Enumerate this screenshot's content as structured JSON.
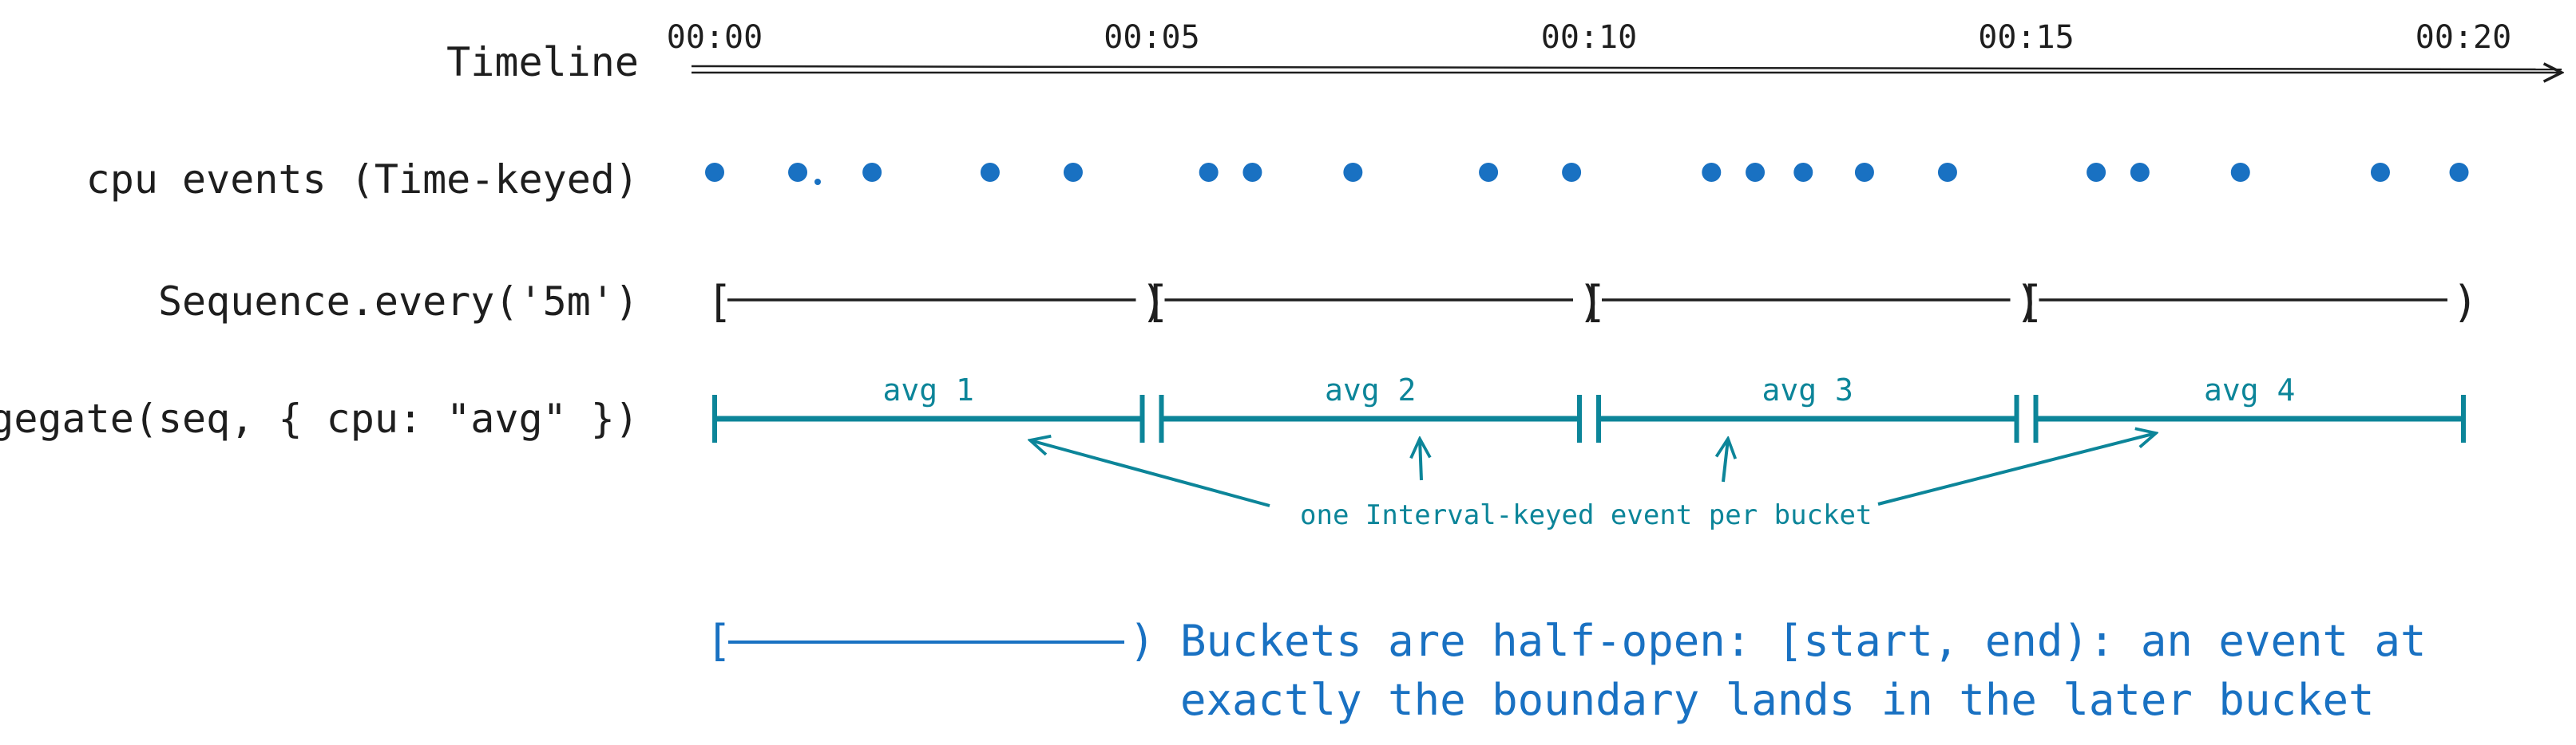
{
  "rows": {
    "timeline": "Timeline",
    "cpu_events": "cpu events (Time-keyed)",
    "sequence": "Sequence.every('5m')",
    "aggregate": "aggegate(seq, { cpu: \"avg\" })"
  },
  "timeline_ticks": [
    "00:00",
    "00:05",
    "00:10",
    "00:15",
    "00:20"
  ],
  "buckets": [
    {
      "open": "[",
      "close": ")",
      "avg_label": "avg 1"
    },
    {
      "open": "[",
      "close": ")",
      "avg_label": "avg 2"
    },
    {
      "open": "[",
      "close": ")",
      "avg_label": "avg 3"
    },
    {
      "open": "[",
      "close": ")",
      "avg_label": "avg 4"
    }
  ],
  "annotation": "one Interval-keyed event per bucket",
  "note": {
    "open": "[",
    "close": ")",
    "line1": "Buckets are half-open: [start, end): an event at",
    "line2": "exactly the boundary lands in the later bucket"
  },
  "chart_data": {
    "type": "scatter",
    "title": "",
    "xlabel": "Timeline",
    "x_range_minutes": [
      0,
      20
    ],
    "bucket_size_minutes": 5,
    "cpu_event_times_minutes": [
      0.0,
      0.95,
      1.8,
      3.15,
      4.1,
      5.65,
      6.15,
      7.3,
      8.85,
      9.8,
      11.4,
      11.9,
      12.45,
      13.15,
      14.1,
      15.8,
      16.3,
      17.45,
      19.05,
      19.95
    ]
  },
  "colors": {
    "ink": "#1e1e1e",
    "teal": "#0c8599",
    "blue": "#1971c2"
  }
}
